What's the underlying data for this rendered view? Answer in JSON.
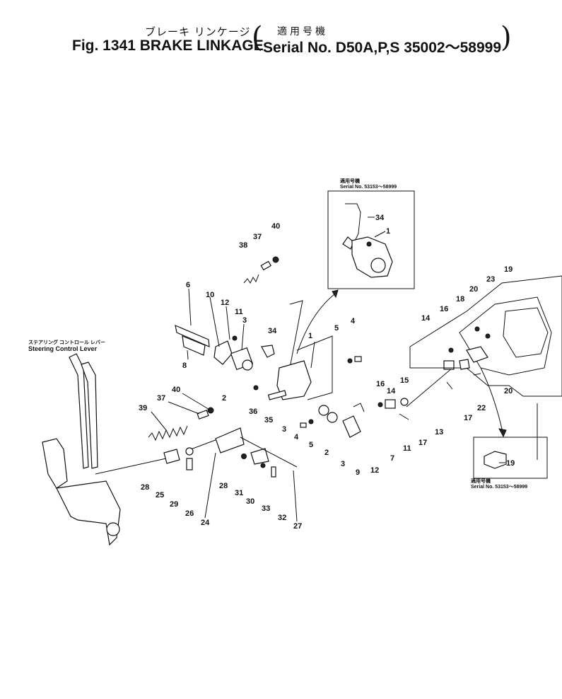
{
  "header": {
    "jp_title": "ブレーキ リンケージ",
    "jp_serial": "適用号機",
    "fig_title": "Fig. 1341   BRAKE LINKAGE",
    "serial": "Serial No. D50A,P,S  35002～58999"
  },
  "callouts": {
    "steering_jp": "ステアリング コントロール レバー",
    "steering_en": "Steering Control Lever",
    "inset_top_jp": "適用号機",
    "inset_top_serial": "Serial No. 53153～58999",
    "inset_bottom_jp": "適用号機",
    "inset_bottom_serial": "Serial No. 53153～58999"
  },
  "part_labels": [
    "1",
    "2",
    "3",
    "4",
    "5",
    "6",
    "7",
    "8",
    "9",
    "10",
    "11",
    "12",
    "13",
    "14",
    "15",
    "16",
    "17",
    "18",
    "19",
    "20",
    "22",
    "23",
    "24",
    "25",
    "26",
    "27",
    "28",
    "29",
    "30",
    "31",
    "32",
    "33",
    "34",
    "35",
    "36",
    "37",
    "38",
    "39",
    "40"
  ]
}
